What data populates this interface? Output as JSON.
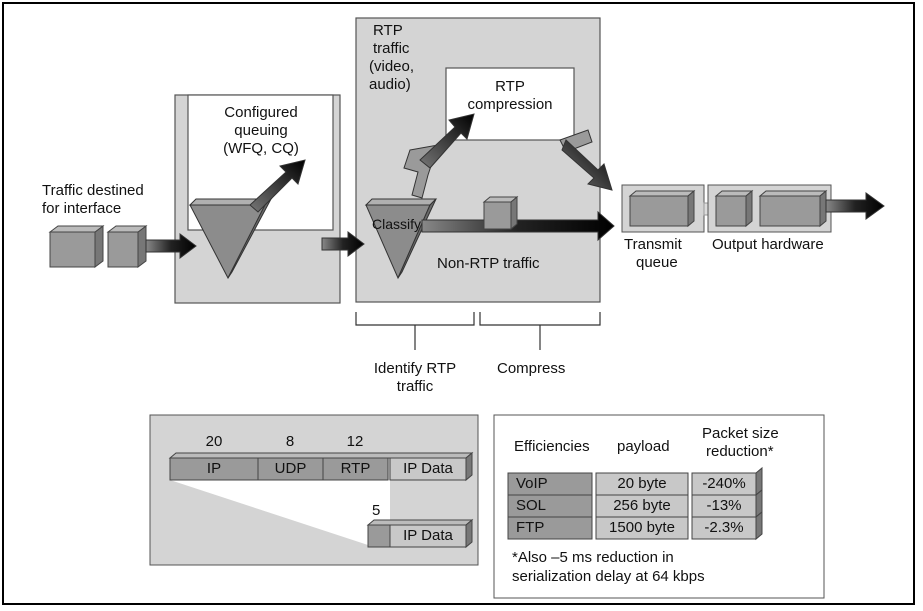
{
  "labels": {
    "traffic_destined_l1": "Traffic destined",
    "traffic_destined_l2": "for interface",
    "configured_l1": "Configured",
    "configured_l2": "queuing",
    "configured_l3": "(WFQ, CQ)",
    "rtp_traffic_l1": "RTP",
    "rtp_traffic_l2": "traffic",
    "rtp_traffic_l3": "(video,",
    "rtp_traffic_l4": "audio)",
    "rtp_compression_l1": "RTP",
    "rtp_compression_l2": "compression",
    "classify": "Classify",
    "non_rtp": "Non-RTP traffic",
    "transmit_l1": "Transmit",
    "transmit_l2": "queue",
    "output_hardware": "Output hardware",
    "identify_l1": "Identify RTP",
    "identify_l2": "traffic",
    "compress": "Compress"
  },
  "headers": {
    "sizes": [
      "20",
      "8",
      "12"
    ],
    "fields": [
      "IP",
      "UDP",
      "RTP",
      "IP Data"
    ],
    "compressed_size": "5",
    "compressed_field": "IP Data"
  },
  "efficiencies": {
    "col_efficiencies": "Efficiencies",
    "col_payload": "payload",
    "col_reduction_l1": "Packet size",
    "col_reduction_l2": "reduction*",
    "rows": [
      {
        "type": "VoIP",
        "payload": "20 byte",
        "reduction": "-240%"
      },
      {
        "type": "SOL",
        "payload": "256 byte",
        "reduction": "-13%"
      },
      {
        "type": "FTP",
        "payload": "1500 byte",
        "reduction": "-2.3%"
      }
    ],
    "footnote_l1": "*Also –5 ms reduction in",
    "footnote_l2": "serialization delay at 64 kbps"
  }
}
